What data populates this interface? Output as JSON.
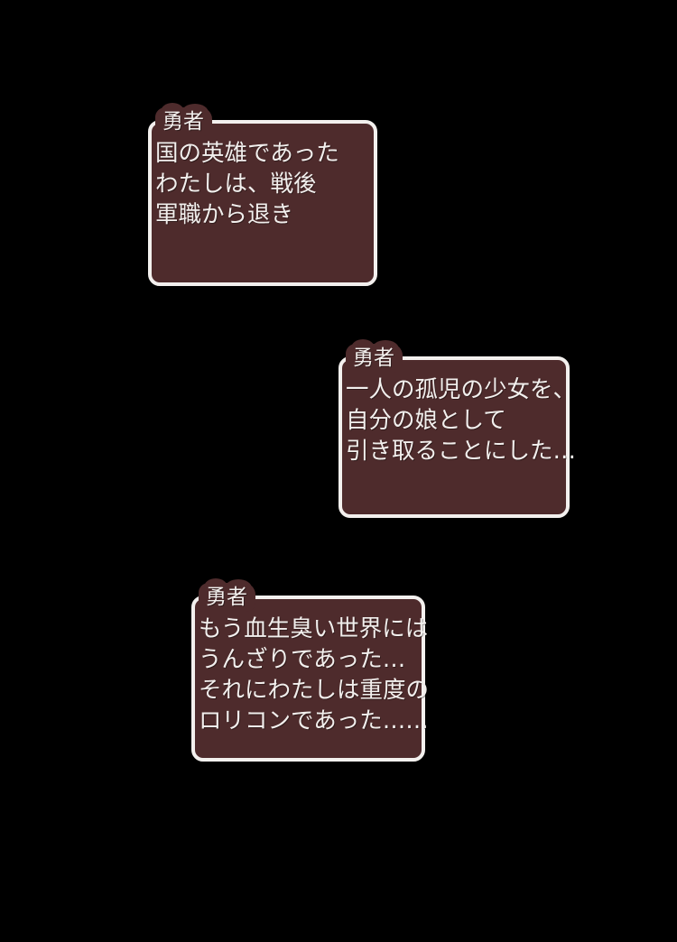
{
  "scene": {
    "background_color": "#000000",
    "box_fill_color": "#4e2b2c",
    "box_border_color": "#f3f0ee",
    "text_color": "#f2efed"
  },
  "dialogues": [
    {
      "speaker": "勇者",
      "lines": [
        "国の英雄であった",
        "わたしは、戦後",
        "軍職から退き"
      ]
    },
    {
      "speaker": "勇者",
      "lines": [
        "一人の孤児の少女を、",
        "自分の娘として",
        "引き取ることにした…"
      ]
    },
    {
      "speaker": "勇者",
      "lines": [
        "もう血生臭い世界には",
        "うんざりであった…",
        "それにわたしは重度の",
        "ロリコンであった……"
      ]
    }
  ]
}
